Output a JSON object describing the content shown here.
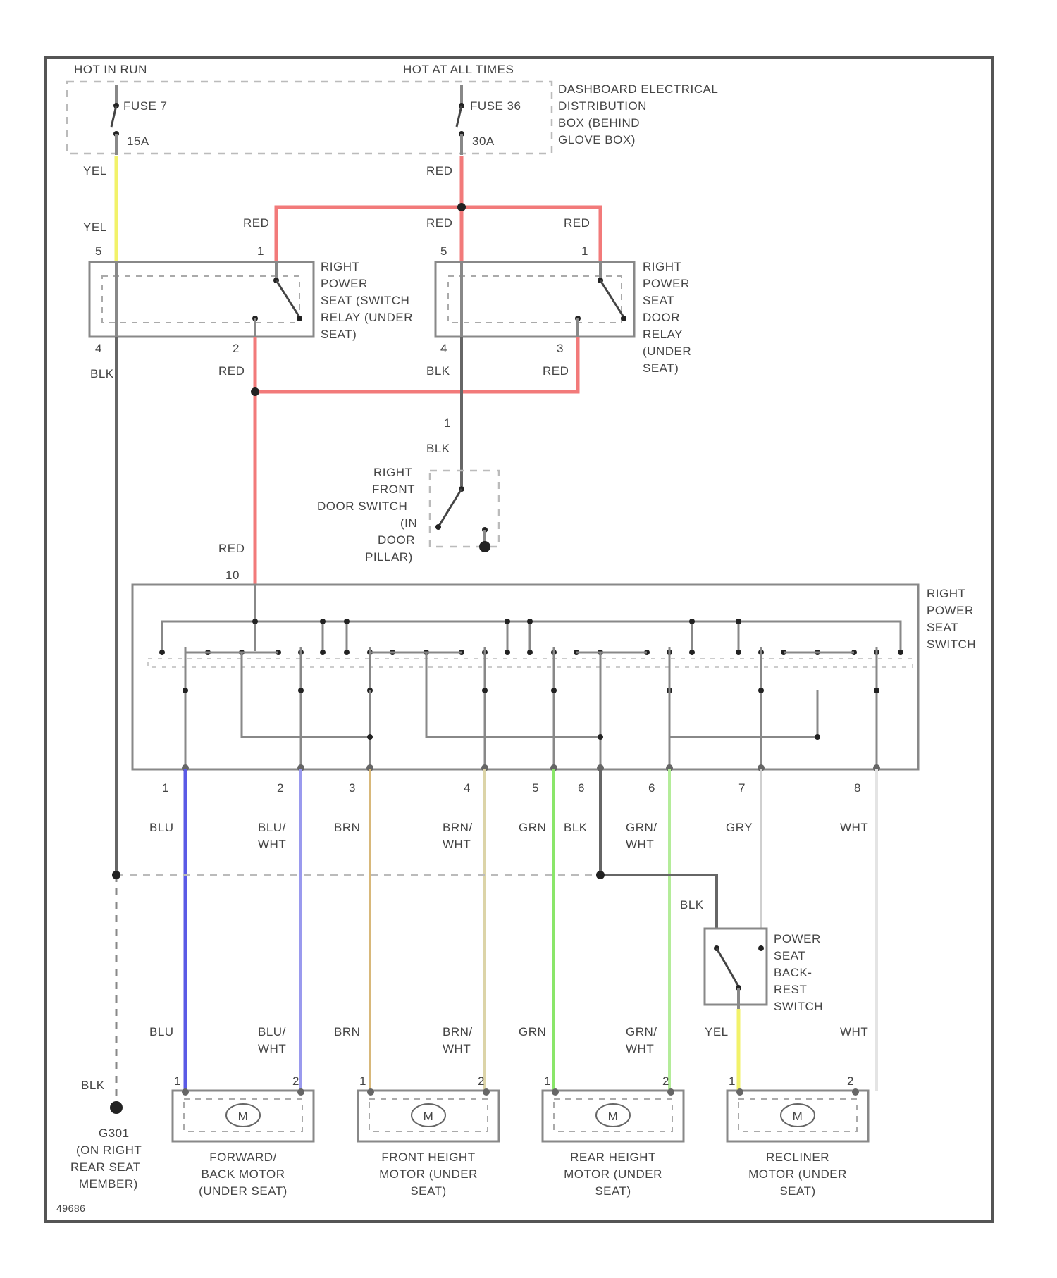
{
  "sources": {
    "hot_in_run": "HOT IN RUN",
    "hot_at_all_times": "HOT AT ALL TIMES",
    "fuse_left": "FUSE 7",
    "fuse_left_amp": "15A",
    "fuse_right": "FUSE 36",
    "fuse_right_amp": "30A",
    "fuse_box": [
      "DASHBOARD ELECTRICAL",
      "DISTRIBUTION",
      "BOX (BEHIND",
      "GLOVE BOX)"
    ]
  },
  "wire_labels": {
    "yel": "YEL",
    "red": "RED",
    "blk": "BLK",
    "blu": "BLU",
    "blu_wht": [
      "BLU/",
      "WHT"
    ],
    "brn": "BRN",
    "brn_wht": [
      "BRN/",
      "WHT"
    ],
    "grn": "GRN",
    "grn_wht": [
      "GRN/",
      "WHT"
    ],
    "gry": "GRY",
    "wht": "WHT"
  },
  "relay_switch": [
    "RIGHT",
    "POWER",
    "SEAT (SWITCH",
    "RELAY (UNDER",
    "SEAT)"
  ],
  "relay_door": [
    "RIGHT",
    "POWER",
    "SEAT",
    "DOOR",
    "RELAY",
    "(UNDER",
    "SEAT)"
  ],
  "door_switch": [
    "RIGHT",
    "FRONT",
    "DOOR SWITCH",
    "(IN",
    "DOOR",
    "PILLAR)"
  ],
  "seat_switch": [
    "RIGHT",
    "POWER",
    "SEAT",
    "SWITCH"
  ],
  "backrest_switch": [
    "POWER",
    "SEAT",
    "BACK-",
    "REST",
    "SWITCH"
  ],
  "ground": [
    "G301",
    "(ON RIGHT",
    "REAR SEAT",
    "MEMBER)"
  ],
  "motor_symbol": "M",
  "motors": [
    [
      "FORWARD/",
      "BACK MOTOR",
      "(UNDER SEAT)"
    ],
    [
      "FRONT HEIGHT",
      "MOTOR (UNDER",
      "SEAT)"
    ],
    [
      "REAR HEIGHT",
      "MOTOR (UNDER",
      "SEAT)"
    ],
    [
      "RECLINER",
      "MOTOR (UNDER",
      "SEAT)"
    ]
  ],
  "pins": {
    "relay_switch": [
      "5",
      "1",
      "4",
      "2"
    ],
    "relay_door": [
      "5",
      "1",
      "4",
      "3"
    ],
    "door_switch": "1",
    "seat_switch_input": "10",
    "seat_switch_out": [
      "1",
      "2",
      "3",
      "4",
      "5",
      "6",
      "6",
      "7",
      "8"
    ],
    "motor_pins": [
      "1",
      "2"
    ]
  },
  "figure_id": "49686",
  "colors": {
    "yel": "#f2f26a",
    "red": "#f27a7a",
    "blu": "#5a5ae6",
    "blu_wht": "#9a9aee",
    "brn": "#d8b87a",
    "brn_wht": "#dcd4a8",
    "grn": "#8ae66a",
    "grn_wht": "#b4ec9a",
    "gry": "#cfcfcf",
    "wht": "#e4e4e4"
  }
}
